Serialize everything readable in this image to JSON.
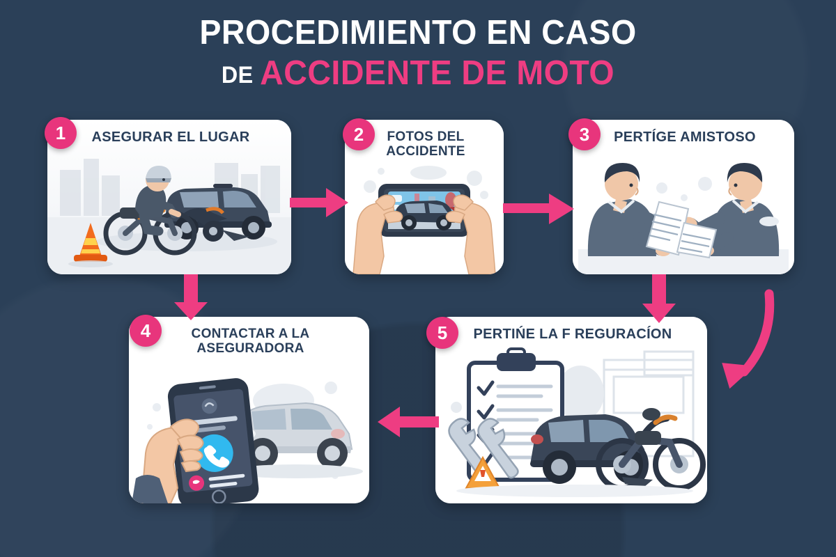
{
  "poster": {
    "background_color": "#2b4058",
    "accent_color": "#ee3d82",
    "badge_color": "#e8357c",
    "card_color": "#ffffff",
    "card_title_color": "#2a3f5a"
  },
  "title": {
    "line1": "PROCEDIMIENTO EN CASO",
    "line2_prefix": "DE ",
    "line2_highlight": "ACCIDENTE DE MOTO"
  },
  "steps": [
    {
      "number": "1",
      "title": "ASEGURAR EL LUGAR",
      "scene": "motorcyclist-car-collision-with-traffic-cone"
    },
    {
      "number": "2",
      "title_line1": "FOTOS DEL",
      "title_line2": "ACCIDENTE",
      "scene": "hands-holding-phone-photographing-damaged-car"
    },
    {
      "number": "3",
      "title": "PERTÍGE  AMISTOSO",
      "scene": "two-men-signing-documents"
    },
    {
      "number": "4",
      "title_line1": "CONTACTAR A LA",
      "title_line2": "ASEGURADORA",
      "scene": "hand-holding-phone-calling-with-silver-car"
    },
    {
      "number": "5",
      "title": "PERTIŃE LA F REGURACÍON",
      "scene": "clipboard-checklist-wrench-motorcycle-car-in-workshop"
    }
  ],
  "arrows": [
    {
      "name": "arrow-step1-to-step2",
      "direction": "right"
    },
    {
      "name": "arrow-step2-to-step3",
      "direction": "right"
    },
    {
      "name": "arrow-step1-to-step4",
      "direction": "down"
    },
    {
      "name": "arrow-step3-to-step5",
      "direction": "down"
    },
    {
      "name": "arrow-step3-curve-to-step5",
      "direction": "curved-down-left"
    },
    {
      "name": "arrow-step5-to-step4",
      "direction": "left"
    }
  ]
}
